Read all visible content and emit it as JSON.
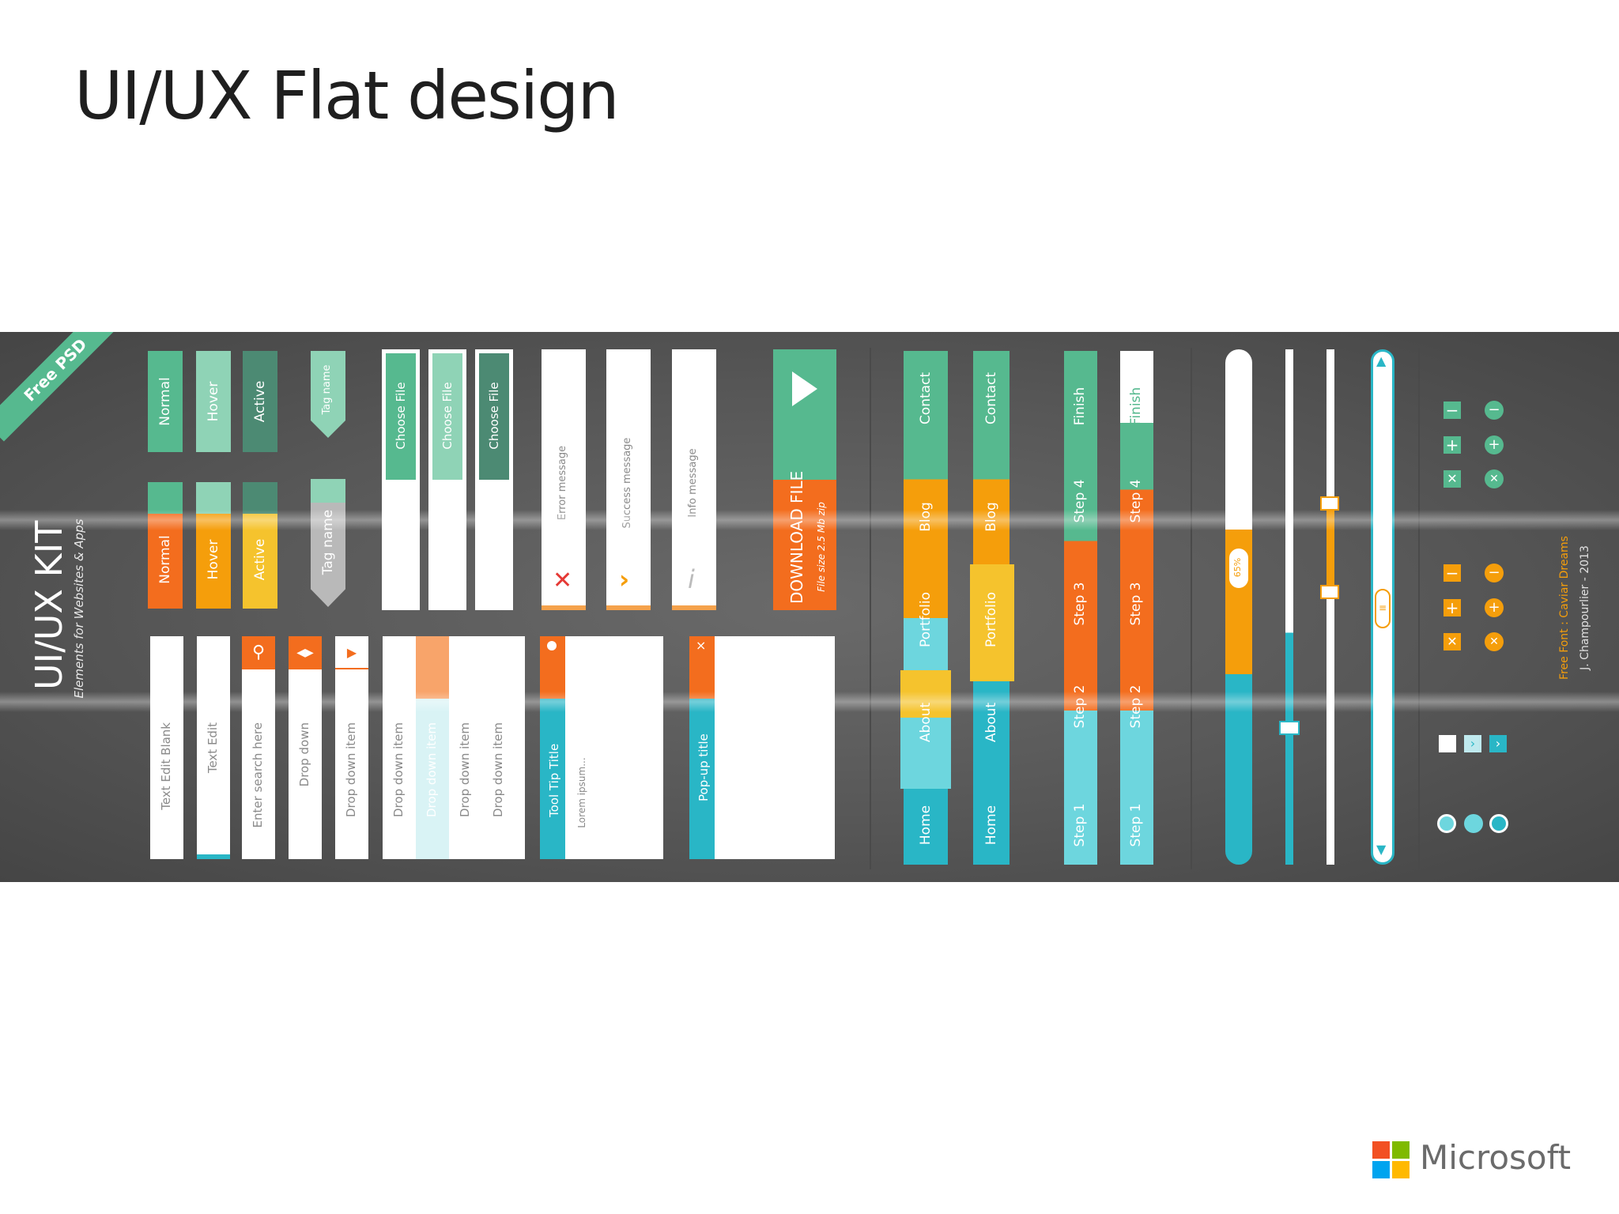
{
  "slide": {
    "title": "UI/UX Flat design"
  },
  "kit": {
    "ribbon": "Free PSD",
    "title": "UI/UX KIT",
    "subtitle": "Elements for Websites & Apps",
    "buttons": {
      "normal": "Normal",
      "hover": "Hover",
      "active": "Active"
    },
    "tag_name": "Tag name",
    "choose_file": "Choose File",
    "messages": {
      "error": "Error message",
      "success": "Success message",
      "info": "Info message"
    },
    "download": {
      "label": "DOWNLOAD FILE",
      "size": "File size 2.5 Mb zip"
    },
    "inputs": {
      "text_edit_blank": "Text Edit Blank",
      "text_edit": "Text Edit",
      "search": "Enter search here",
      "drop_down": "Drop down",
      "drop_down_item": "Drop down item"
    },
    "tooltip": {
      "title": "Tool Tip Title",
      "body": "Lorem ipsum..."
    },
    "popup": {
      "title": "Pop-up title"
    },
    "nav": {
      "home": "Home",
      "about": "About",
      "portfolio": "Portfolio",
      "blog": "Blog",
      "contact": "Contact"
    },
    "steps": {
      "s1": "Step 1",
      "s2": "Step 2",
      "s3": "Step 3",
      "s4": "Step 4",
      "finish": "Finish"
    },
    "progress": {
      "value_label": "65%",
      "value": 65
    },
    "credits": {
      "font": "Free Font : Caviar Dreams",
      "author": "J. Champourlier - 2013"
    }
  },
  "brand": {
    "name": "Microsoft",
    "colors": [
      "#f25022",
      "#7fba00",
      "#00a4ef",
      "#ffb900"
    ]
  },
  "colors": {
    "teal": "#56b98f",
    "orange": "#f36d1e",
    "amber": "#f59e0b",
    "yellow": "#f5c32d",
    "cyan": "#29b6c6"
  }
}
